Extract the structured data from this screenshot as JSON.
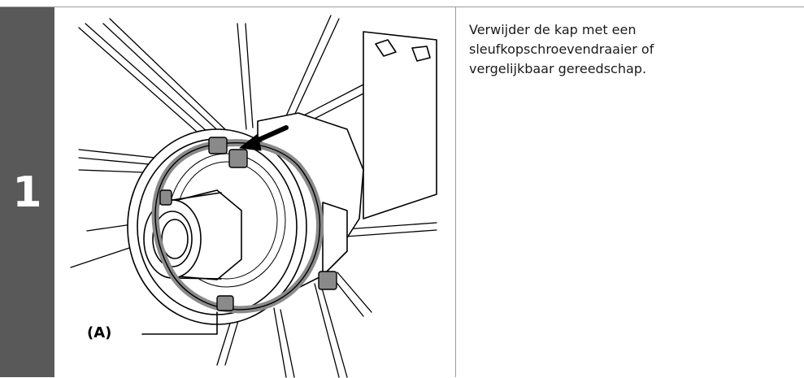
{
  "step": {
    "number": "1",
    "callout_label": "(A)",
    "instruction": "Verwijder de kap met een sleufkopschroevendraaier of vergelijkbaar gereedschap."
  },
  "colors": {
    "step_bar": "#595959",
    "cap_gray": "#8a8a8a",
    "border": "#9a9a9a"
  }
}
